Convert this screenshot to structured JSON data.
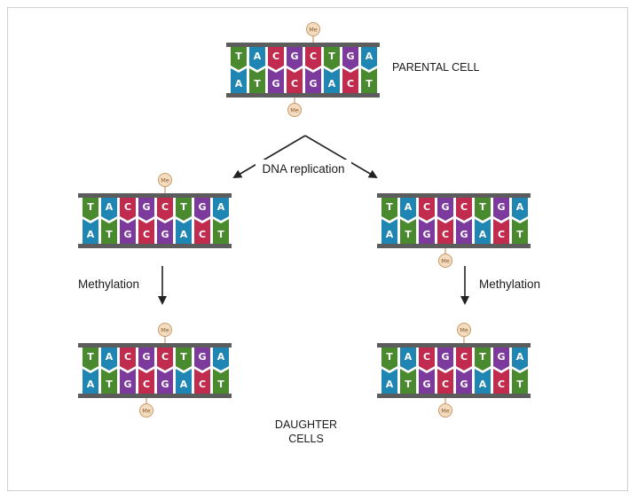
{
  "labels": {
    "parental": "PARENTAL CELL",
    "replication": "DNA replication",
    "methylation_left": "Methylation",
    "methylation_right": "Methylation",
    "daughter_line1": "DAUGHTER",
    "daughter_line2": "CELLS"
  },
  "sequence": {
    "top": [
      "T",
      "A",
      "C",
      "G",
      "C",
      "T",
      "G",
      "A"
    ],
    "bottom": [
      "A",
      "T",
      "G",
      "C",
      "G",
      "A",
      "C",
      "T"
    ]
  },
  "methyl_mark": "Me",
  "colors": {
    "T": "#4a8a2e",
    "A": "#1f86b4",
    "C": "#c02b4e",
    "G": "#7b3a9c",
    "backbone": "#5c5c5c",
    "me_fill": "#f3dcc0",
    "me_stroke": "#c99a6a",
    "arrow": "#222222"
  }
}
